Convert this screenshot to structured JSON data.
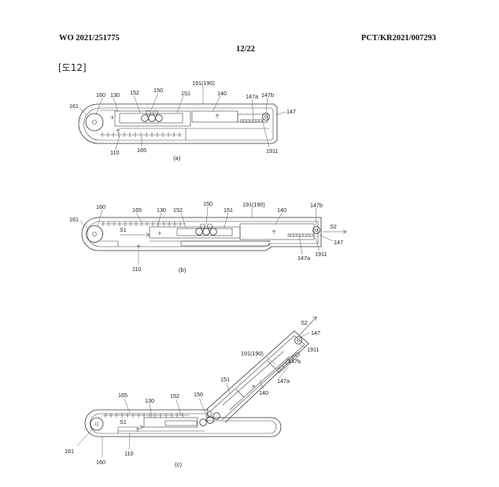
{
  "header": {
    "publication_number": "WO 2021/251775",
    "sheet": "12/22",
    "application_number": "PCT/KR2021/007293"
  },
  "figure_label": "[도12]",
  "subfigures": [
    {
      "caption": "(a)",
      "labels": {
        "n161": "161",
        "n160": "160",
        "n130": "130",
        "n152": "152",
        "n150": "150",
        "n151": "151",
        "n191": "191(190)",
        "n140": "140",
        "n147a": "147a",
        "n147b": "147b",
        "n147": "147",
        "n110": "110",
        "n165": "165",
        "n1911": "1911"
      }
    },
    {
      "caption": "(b)",
      "labels": {
        "n161": "161",
        "n160": "160",
        "n165": "165",
        "n130": "130",
        "n152": "152",
        "n150": "150",
        "n151": "151",
        "n191": "191(190)",
        "n140": "140",
        "n147b": "147b",
        "nS2": "S2",
        "nS1": "S1",
        "n110": "110",
        "n147": "147",
        "n1911": "1911",
        "n147a": "147a"
      }
    },
    {
      "caption": "(c)",
      "labels": {
        "nS2": "S2",
        "n147": "147",
        "n1911": "1911",
        "n191": "191(190)",
        "n147b": "147b",
        "n147a": "147a",
        "n151": "151",
        "n140": "140",
        "n165": "165",
        "n152": "152",
        "n150": "150",
        "n130": "130",
        "nS1": "S1",
        "n161": "161",
        "n110": "110",
        "n160": "160"
      }
    }
  ]
}
